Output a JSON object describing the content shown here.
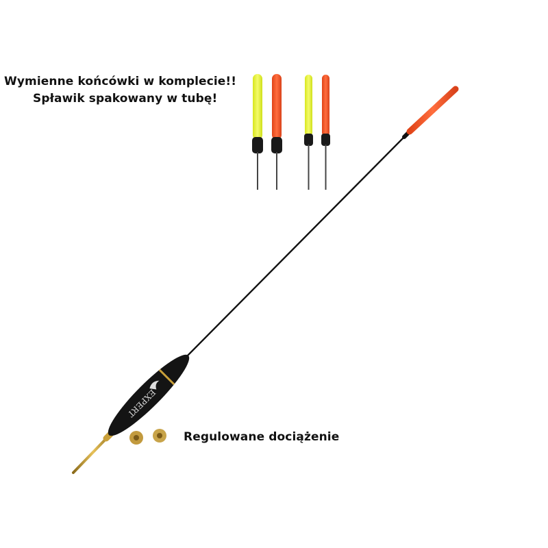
{
  "captions": {
    "line1": "Wymienne końcówki w komplecie!!",
    "line2": "Spławik spakowany w tubę!",
    "weights": "Regulowane dociążenie"
  },
  "product": {
    "brand_label": "EXPERT",
    "colors": {
      "tip_orange": "#f25a2a",
      "tip_yellow": "#e8f23a",
      "body_black": "#141414",
      "brass": "#c9a03a"
    }
  },
  "spare_tips": [
    {
      "color": "yellow"
    },
    {
      "color": "orange"
    },
    {
      "color": "yellow"
    },
    {
      "color": "orange"
    }
  ]
}
